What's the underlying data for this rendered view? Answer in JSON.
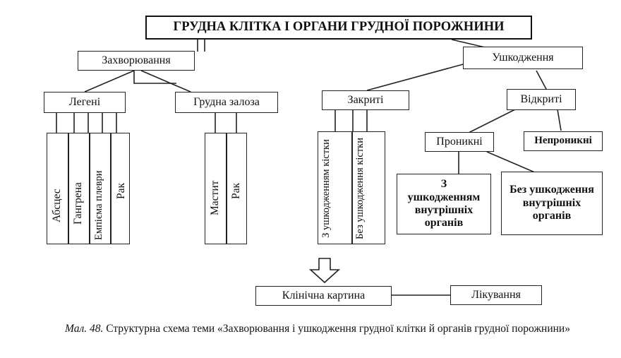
{
  "title": "ГРУДНА КЛІТКА І ОРГАНИ ГРУДНОЇ ПОРОЖНИНИ",
  "diseases": {
    "label": "Захворювання",
    "lungs": {
      "label": "Легені",
      "items": [
        "Абсцес",
        "Гангрена",
        "Емпієма плеври",
        "Рак"
      ]
    },
    "breast": {
      "label": "Грудна залоза",
      "items": [
        "Мастит",
        "Рак"
      ]
    }
  },
  "injuries": {
    "label": "Ушкодження",
    "closed": {
      "label": "Закриті",
      "items": [
        "З ушкодженням кістки",
        "Без ушкодження кістки"
      ]
    },
    "open": {
      "label": "Відкриті",
      "penetrating": {
        "label": "Проникні",
        "items": [
          "З ушкодженням внутрішніх органів",
          "Без ушкодження внутрішніх органів"
        ]
      },
      "non_penetrating": "Непроникні"
    }
  },
  "outcomes": {
    "clinical": "Клінічна картина",
    "treatment": "Лікування"
  },
  "caption": {
    "number": "Мал. 48.",
    "text": "Структурна схема теми «Захворювання і ушкодження грудної клітки й органів грудної порожнини»"
  }
}
